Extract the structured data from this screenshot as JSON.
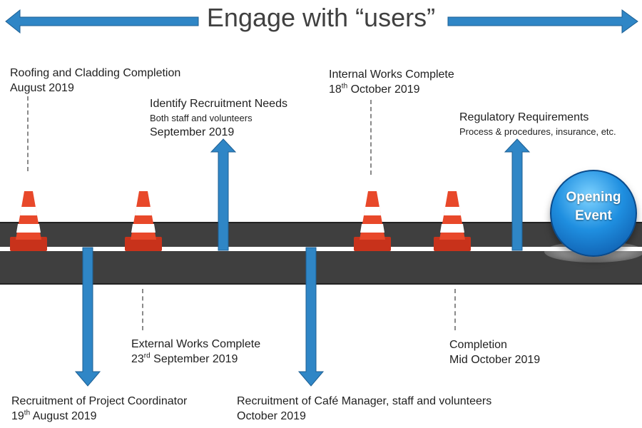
{
  "title": "Engage with “users”",
  "milestones_above": [
    {
      "name": "Roofing and Cladding Completion",
      "date": "August 2019"
    },
    {
      "name": "Identify Recruitment Needs",
      "sub": "Both staff and volunteers",
      "date": "September 2019"
    },
    {
      "name": "Internal Works Complete",
      "date_day": "18",
      "date_sup": "th",
      "date_rest": " October 2019"
    },
    {
      "name": "Regulatory Requirements",
      "sub": "Process & procedures, insurance, etc."
    }
  ],
  "milestones_below": [
    {
      "name": "External Works Complete",
      "date_day": "23",
      "date_sup": "rd",
      "date_rest": " September 2019"
    },
    {
      "name": "Completion",
      "date": "Mid October 2019"
    },
    {
      "name": "Recruitment of Project Coordinator",
      "date_day": "19",
      "date_sup": "th",
      "date_rest": " August 2019"
    },
    {
      "name": "Recruitment of Café Manager, staff and volunteers",
      "date": "October 2019"
    }
  ],
  "final_event": {
    "line1": "Opening",
    "line2": "Event"
  },
  "colors": {
    "arrow": "#2f86c6",
    "arrow_stroke": "#1d5f93",
    "road": "#3f3f3f",
    "cone": "#e8482a"
  }
}
